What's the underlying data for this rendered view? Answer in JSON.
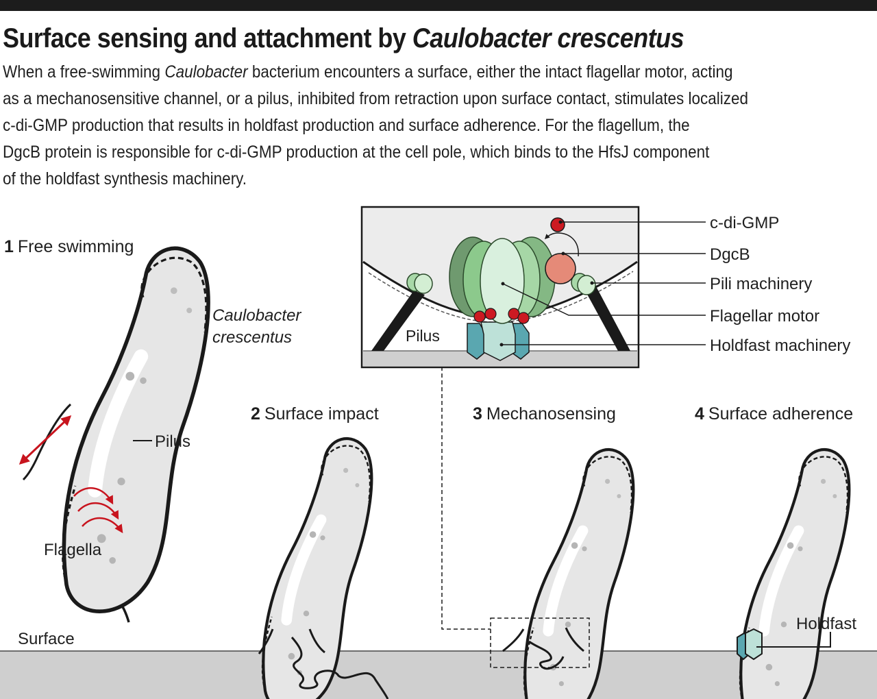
{
  "header": {
    "title_plain": "Surface sensing and attachment by ",
    "title_italic": "Caulobacter crescentus",
    "intro_lines": [
      [
        "When a free-swimming ",
        "Caulobacter",
        " bacterium encounters a surface, either the intact flagellar motor, acting"
      ],
      [
        "as a mechanosensitive channel, or a pilus, inhibited from retraction upon surface contact, stimulates localized",
        "",
        ""
      ],
      [
        "c-di-GMP production that results in holdfast production and surface adherence. For the flagellum, the",
        "",
        ""
      ],
      [
        "DgcB protein is responsible for c-di-GMP production at the cell pole, which binds to the HfsJ component",
        "",
        ""
      ],
      [
        "of the holdfast synthesis machinery.",
        "",
        ""
      ]
    ]
  },
  "stages": [
    {
      "number": "1",
      "label": "Free swimming"
    },
    {
      "number": "2",
      "label": "Surface impact"
    },
    {
      "number": "3",
      "label": "Mechanosensing"
    },
    {
      "number": "4",
      "label": "Surface adherence"
    }
  ],
  "labels": {
    "species_line1": "Caulobacter",
    "species_line2": "crescentus",
    "pilus": "Pilus",
    "flagella": "Flagella",
    "surface": "Surface",
    "holdfast": "Holdfast"
  },
  "inset": {
    "pilus_label": "Pilus",
    "callouts": [
      "c-di-GMP",
      "DgcB",
      "Pili machinery",
      "Flagellar motor",
      "Holdfast machinery"
    ]
  },
  "colors": {
    "cell_fill": "#e6e6e6",
    "cell_outline": "#1a1a1a",
    "surface": "#cfcfcf",
    "motion_arrows": "#c8141e",
    "c_di_gmp": "#cc1a22",
    "dgcb": "#e58a78",
    "motor_green": "#8cc98c",
    "holdfast_teal": "#5aa7b0"
  }
}
